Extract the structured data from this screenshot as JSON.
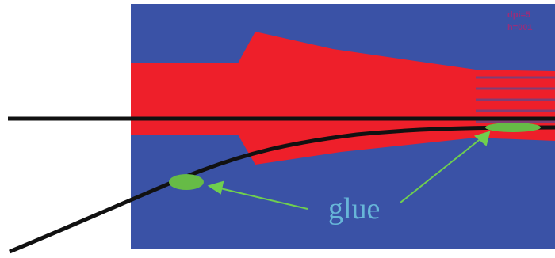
{
  "diagram": {
    "label": "glue",
    "corner_text": [
      "dpi=5",
      "h=001"
    ],
    "colors": {
      "background": "#ffffff",
      "panel": "#3a52a6",
      "beam": "#ee1f2a",
      "fiber": "#111111",
      "glue_spot": "#66bb46",
      "arrow": "#6fcf4f",
      "label": "#67b6d8",
      "corner_text": "#c0206a"
    }
  }
}
